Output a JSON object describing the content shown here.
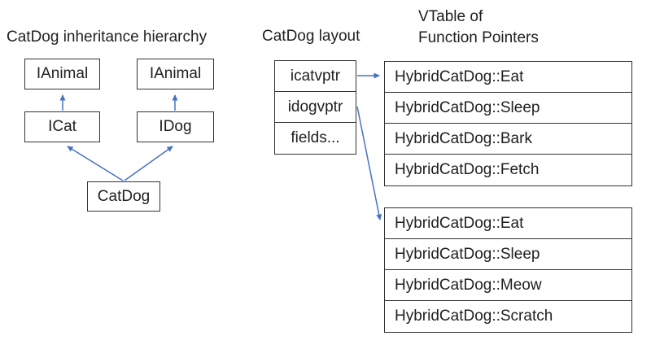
{
  "colors": {
    "arrow": "#4472C4",
    "border": "#333333",
    "text": "#1f1f1f",
    "bg": "#ffffff"
  },
  "inheritance": {
    "title": "CatDog inheritance hierarchy",
    "ianimal_left": "IAnimal",
    "ianimal_right": "IAnimal",
    "icat": "ICat",
    "idog": "IDog",
    "catdog": "CatDog"
  },
  "object_layout": {
    "title": "CatDog layout",
    "rows": [
      "icatvptr",
      "idogvptr",
      "fields..."
    ]
  },
  "vtable": {
    "title_line1": "VTable of",
    "title_line2": "Function Pointers",
    "table1": [
      "HybridCatDog::Eat",
      "HybridCatDog::Sleep",
      "HybridCatDog::Bark",
      "HybridCatDog::Fetch"
    ],
    "table2": [
      "HybridCatDog::Eat",
      "HybridCatDog::Sleep",
      "HybridCatDog::Meow",
      "HybridCatDog::Scratch"
    ]
  }
}
